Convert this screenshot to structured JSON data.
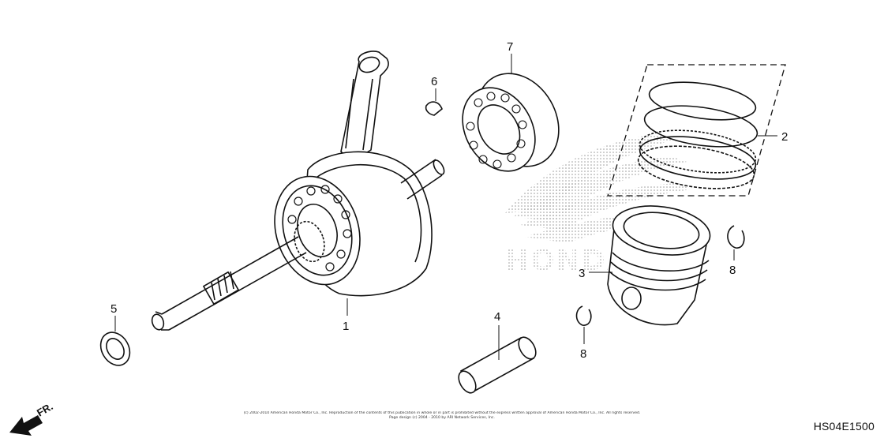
{
  "diagram": {
    "callouts": [
      {
        "id": "crankshaft",
        "label": "1"
      },
      {
        "id": "piston-ring-set",
        "label": "2"
      },
      {
        "id": "piston",
        "label": "3"
      },
      {
        "id": "piston-pin",
        "label": "4"
      },
      {
        "id": "washer",
        "label": "5"
      },
      {
        "id": "woodruff-key",
        "label": "6"
      },
      {
        "id": "ball-bearing",
        "label": "7"
      },
      {
        "id": "piston-pin-clip-right",
        "label": "8"
      },
      {
        "id": "piston-pin-clip-left",
        "label": "8"
      }
    ],
    "watermark_text": "HONDA",
    "direction_label": "FR.",
    "copyright_line1": "(c) 2002-2010 American Honda Motor Co., Inc. Reproduction of the contents of this publication in whole or in part is prohibited without the express written approval of American Honda Motor Co., Inc. All rights reserved.",
    "copyright_line2": "Page design (c) 2004 - 2010 by ARI Network Services, Inc.",
    "diagram_code": "HS04E1500"
  }
}
